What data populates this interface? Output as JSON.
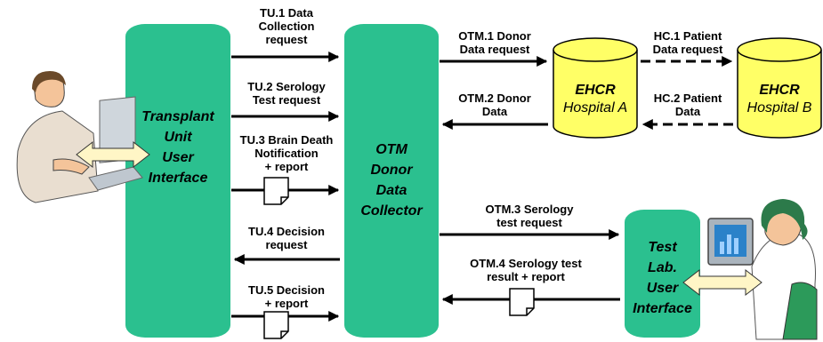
{
  "nodes": {
    "transplant_ui": "Transplant\nUnit\nUser\nInterface",
    "otm_collector": "OTM\nDonor\nData\nCollector",
    "ehcr_a_title": "EHCR",
    "ehcr_a_sub": "Hospital A",
    "ehcr_b_title": "EHCR",
    "ehcr_b_sub": "Hospital B",
    "test_lab_ui": "Test\nLab.\nUser\nInterface"
  },
  "messages": {
    "tu1": "TU.1 Data\nCollection\nrequest",
    "tu2": "TU.2 Serology\nTest request",
    "tu3": "TU.3 Brain Death\nNotification\n+ report",
    "tu4": "TU.4 Decision\nrequest",
    "tu5": "TU.5 Decision\n+ report",
    "otm1": "OTM.1 Donor\nData request",
    "otm2": "OTM.2 Donor\nData",
    "hc1": "HC.1 Patient\nData request",
    "hc2": "HC.2 Patient\nData",
    "otm3": "OTM.3 Serology\ntest request",
    "otm4": "OTM.4 Serology test\nresult + report"
  },
  "colors": {
    "panel": "#2bc08f",
    "cylinder": "#ffff66",
    "arrow": "#000000"
  },
  "icons": {
    "left_person": "person-at-computer-icon",
    "right_person": "woman-at-computer-icon",
    "document": "document-icon"
  }
}
